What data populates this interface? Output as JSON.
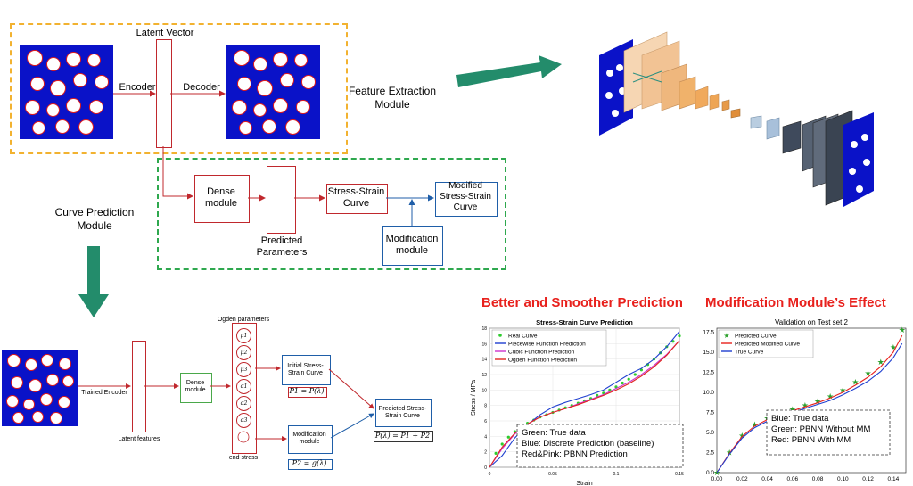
{
  "top_diagram": {
    "latent_vector": "Latent Vector",
    "encoder": "Encoder",
    "decoder": "Decoder",
    "feature_module": "Feature Extraction\nModule",
    "dense_module": "Dense\nmodule",
    "predicted_parameters": "Predicted\nParameters",
    "stress_strain_curve": "Stress-Strain\nCurve",
    "modified_curve": "Modified\nStress-Strain\nCurve",
    "modification_module": "Modification\nmodule",
    "curve_prediction_module": "Curve Prediction\nModule"
  },
  "bottom_diagram": {
    "trained_encoder": "Trained Encoder",
    "latent_features": "Latent features",
    "dense_module": "Dense\nmodule",
    "ogden_parameters": "Ogden parameters",
    "ogden_symbols": [
      "μ1",
      "μ2",
      "μ3",
      "α1",
      "α2",
      "α3"
    ],
    "end_stress": "end stress",
    "initial_curve": "Initial Stress-\nStrain Curve",
    "initial_eq": "P1 = P(λ)",
    "modification_module": "Modification\nmodule",
    "modification_eq": "P2 = g(λ)",
    "predicted_curve": "Predicted Stress-\nStrain Curve",
    "predicted_eq": "P(λ) = P1 + P2"
  },
  "headings": {
    "left": "Better and Smoother Prediction",
    "right": "Modification Module’s Effect"
  },
  "chart_data": [
    {
      "type": "line",
      "title": "Stress-Strain Curve Prediction",
      "xlabel": "Strain",
      "ylabel": "Stress / MPa",
      "xlim": [
        0,
        0.15
      ],
      "ylim": [
        0,
        18
      ],
      "x_ticks": [
        "0",
        "0.05",
        "0.1",
        "0.15"
      ],
      "y_ticks": [
        "0",
        "2",
        "4",
        "6",
        "8",
        "10",
        "12",
        "14",
        "16",
        "18"
      ],
      "grid": true,
      "legend_position": "top-left",
      "series": [
        {
          "name": "Real Curve",
          "color": "#2ecc2e",
          "style": "dots",
          "x": [
            0.005,
            0.01,
            0.015,
            0.02,
            0.025,
            0.03,
            0.035,
            0.04,
            0.045,
            0.05,
            0.055,
            0.06,
            0.065,
            0.07,
            0.075,
            0.08,
            0.085,
            0.09,
            0.095,
            0.1,
            0.105,
            0.11,
            0.115,
            0.12,
            0.125,
            0.13,
            0.135,
            0.14,
            0.145,
            0.15
          ],
          "values": [
            1.8,
            3.0,
            3.9,
            4.6,
            5.2,
            5.7,
            6.1,
            6.5,
            6.8,
            7.1,
            7.4,
            7.7,
            8.0,
            8.3,
            8.6,
            8.9,
            9.3,
            9.6,
            10.0,
            10.4,
            10.9,
            11.4,
            12.0,
            12.6,
            13.3,
            14.0,
            14.8,
            15.6,
            16.3,
            17.0
          ]
        },
        {
          "name": "Piecewise Function Prediction",
          "color": "#1f3fd0",
          "style": "line",
          "x": [
            0,
            0.01,
            0.02,
            0.03,
            0.04,
            0.05,
            0.06,
            0.07,
            0.08,
            0.09,
            0.1,
            0.11,
            0.12,
            0.13,
            0.14,
            0.15
          ],
          "values": [
            0,
            1.5,
            3.8,
            5.5,
            6.8,
            7.8,
            8.4,
            8.9,
            9.4,
            10.0,
            11.0,
            12.0,
            12.8,
            14.0,
            15.6,
            17.6
          ]
        },
        {
          "name": "Cubic Function Prediction",
          "color": "#cc33cc",
          "style": "line",
          "x": [
            0,
            0.01,
            0.02,
            0.03,
            0.04,
            0.05,
            0.06,
            0.07,
            0.08,
            0.09,
            0.1,
            0.11,
            0.12,
            0.13,
            0.14,
            0.15
          ],
          "values": [
            0,
            2.4,
            4.3,
            5.6,
            6.5,
            7.1,
            7.6,
            8.2,
            8.8,
            9.4,
            10.2,
            11.0,
            12.0,
            13.2,
            14.6,
            16.4
          ]
        },
        {
          "name": "Ogden Function Prediction",
          "color": "#e0261f",
          "style": "line",
          "x": [
            0,
            0.01,
            0.02,
            0.03,
            0.04,
            0.05,
            0.06,
            0.07,
            0.08,
            0.09,
            0.1,
            0.11,
            0.12,
            0.13,
            0.14,
            0.15
          ],
          "values": [
            0,
            2.6,
            4.4,
            5.6,
            6.5,
            7.1,
            7.6,
            8.1,
            8.7,
            9.3,
            10.0,
            10.8,
            11.8,
            13.0,
            14.5,
            16.4
          ]
        }
      ],
      "annotation": [
        "Green: True data",
        "Blue: Discrete Prediction (baseline)",
        "Red&Pink: PBNN Prediction"
      ]
    },
    {
      "type": "line",
      "title": "Validation on Test set 2",
      "xlabel": "",
      "ylabel": "",
      "xlim": [
        0,
        0.15
      ],
      "ylim": [
        0,
        18
      ],
      "x_ticks": [
        "0.00",
        "0.02",
        "0.04",
        "0.06",
        "0.08",
        "0.10",
        "0.12",
        "0.14"
      ],
      "y_ticks": [
        "0.0",
        "2.5",
        "5.0",
        "7.5",
        "10.0",
        "12.5",
        "15.0",
        "17.5"
      ],
      "grid": false,
      "legend_position": "top-left",
      "series": [
        {
          "name": "Predicted Curve",
          "color": "#2ca02c",
          "style": "stars",
          "x": [
            0.0,
            0.01,
            0.02,
            0.03,
            0.04,
            0.05,
            0.06,
            0.07,
            0.08,
            0.09,
            0.1,
            0.11,
            0.12,
            0.13,
            0.14,
            0.147
          ],
          "values": [
            0.0,
            2.5,
            4.6,
            6.0,
            6.8,
            7.4,
            7.9,
            8.4,
            8.9,
            9.5,
            10.3,
            11.3,
            12.4,
            13.8,
            15.6,
            17.8
          ]
        },
        {
          "name": "Predicted Modified Curve",
          "color": "#e8211d",
          "style": "line",
          "x": [
            0.0,
            0.01,
            0.02,
            0.03,
            0.04,
            0.05,
            0.06,
            0.07,
            0.08,
            0.09,
            0.1,
            0.11,
            0.12,
            0.13,
            0.14,
            0.147
          ],
          "values": [
            0.0,
            2.4,
            4.5,
            5.8,
            6.6,
            7.2,
            7.7,
            8.2,
            8.7,
            9.3,
            10.0,
            10.9,
            11.9,
            13.2,
            15.0,
            17.1
          ]
        },
        {
          "name": "True Curve",
          "color": "#1f3fd0",
          "style": "line",
          "x": [
            0.0,
            0.01,
            0.02,
            0.03,
            0.04,
            0.05,
            0.06,
            0.07,
            0.08,
            0.09,
            0.1,
            0.11,
            0.12,
            0.13,
            0.14,
            0.147
          ],
          "values": [
            0.0,
            2.3,
            4.3,
            5.6,
            6.4,
            7.0,
            7.5,
            8.0,
            8.5,
            9.0,
            9.7,
            10.5,
            11.4,
            12.6,
            14.3,
            16.1
          ]
        }
      ],
      "annotation": [
        "Blue:    True data",
        "Green:  PBNN Without MM",
        "Red:     PBNN With MM"
      ]
    }
  ]
}
